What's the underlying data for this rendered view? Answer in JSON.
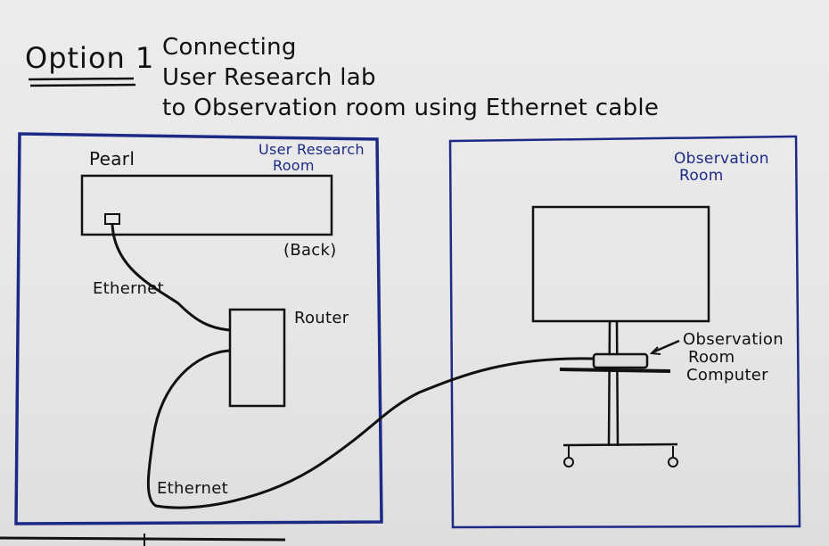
{
  "header": {
    "option_label": "Option 1",
    "title_lines": [
      "Connecting",
      "User Research lab",
      "to Observation room using Ethernet cable"
    ]
  },
  "left_room": {
    "label_line1": "User Research",
    "label_line2": "Room",
    "device_pearl": "Pearl",
    "back_label": "(Back)",
    "router_label": "Router",
    "cable_label_top": "Ethernet",
    "cable_label_bottom": "Ethernet"
  },
  "right_room": {
    "label_line1": "Observation",
    "label_line2": "Room",
    "computer_label_lines": [
      "Observation",
      "Room",
      "Computer"
    ]
  },
  "colors": {
    "ink": "#111111",
    "room_border": "#1c2a86",
    "paper": "#e8e8e8"
  }
}
